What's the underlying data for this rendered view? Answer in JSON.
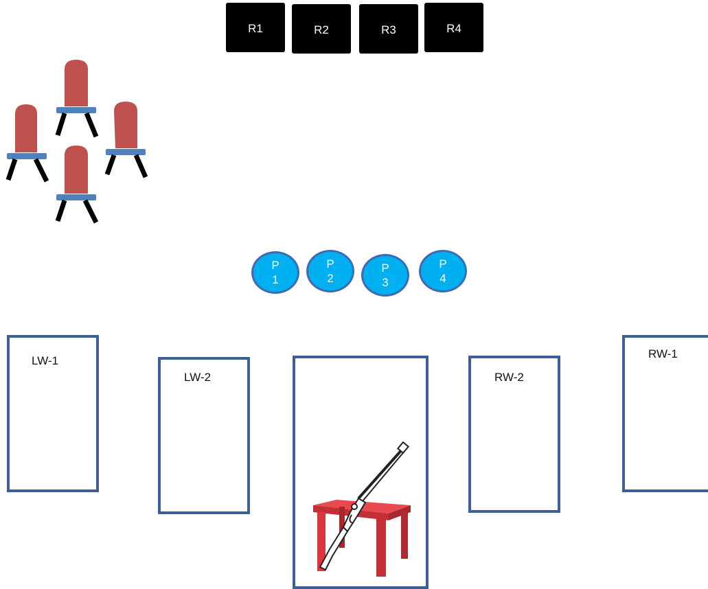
{
  "rooms": [
    "R1",
    "R2",
    "R3",
    "R4"
  ],
  "persons": [
    {
      "letter": "P",
      "num": "1"
    },
    {
      "letter": "P",
      "num": "2"
    },
    {
      "letter": "P",
      "num": "3"
    },
    {
      "letter": "P",
      "num": "4"
    }
  ],
  "panels": {
    "lw1": "LW-1",
    "lw2": "LW-2",
    "rw2": "RW-2",
    "rw1": "RW-1"
  },
  "colors": {
    "room_fill": "#000000",
    "person_fill": "#00b0f0",
    "person_border": "#3d6bb3",
    "panel_border": "#3c5f95",
    "chair_back": "#c0504d",
    "chair_seat": "#4f81bd",
    "table": "#d9363e"
  },
  "icons": [
    "chair-icon",
    "table-icon",
    "rifle-icon"
  ]
}
